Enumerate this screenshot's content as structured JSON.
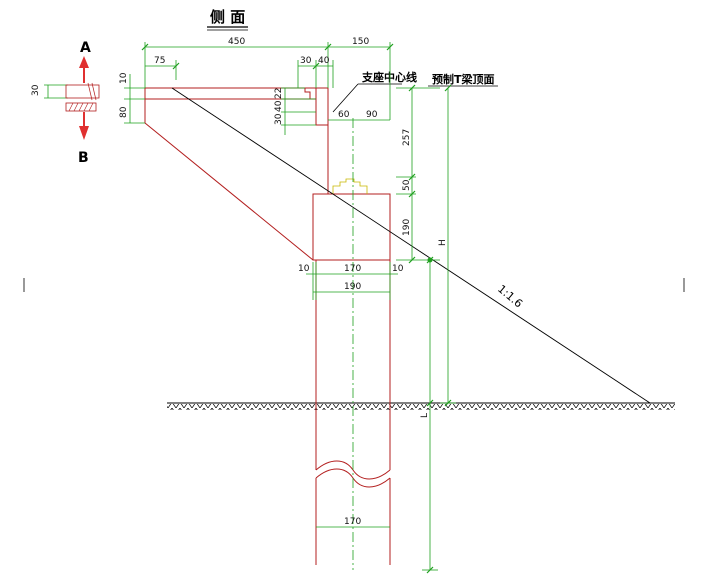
{
  "title": "侧 面",
  "labels": {
    "a": "A",
    "b": "B",
    "bearing_center": "支座中心线",
    "beam_top": "预制T梁顶面",
    "slope": "1:1.6",
    "h": "H",
    "l": "L"
  },
  "dims_h": [
    "450",
    "150",
    "75",
    "30",
    "40",
    "60",
    "90",
    "10",
    "170",
    "10",
    "190",
    "170"
  ],
  "dims_v": [
    "30",
    "10",
    "80",
    "22",
    "30",
    "40",
    "257",
    "50",
    "190"
  ],
  "colors": {
    "structure": "#b31f1f",
    "dimension": "#1ea01e",
    "slope_line": "#000000",
    "arrow": "#e03030",
    "bearing": "#c9b800",
    "centerline": "#1ea01e"
  }
}
